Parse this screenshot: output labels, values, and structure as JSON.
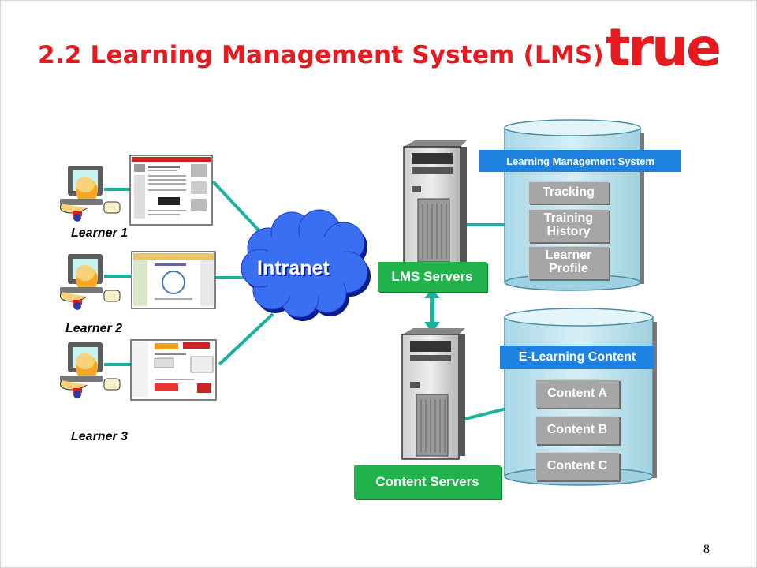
{
  "title": "2.2 Learning Management System (LMS)",
  "logo_text": "true",
  "colors": {
    "title_red": "#e8191f",
    "green": "#21b24b",
    "blue": "#1f82e0",
    "teal_line": "#18b39c",
    "cylinder": "#bde3ee"
  },
  "learners": [
    {
      "label": "Learner 1"
    },
    {
      "label": "Learner 2"
    },
    {
      "label": "Learner 3"
    }
  ],
  "intranet_label": "Intranet",
  "lms_servers_label": "LMS Servers",
  "content_servers_label": "Content Servers",
  "lms_db": {
    "header": "Learning Management System",
    "items": [
      "Tracking",
      "Training History",
      "Learner Profile"
    ]
  },
  "content_db": {
    "header": "E-Learning Content",
    "items": [
      "Content A",
      "Content B",
      "Content C"
    ]
  },
  "page_number": "8"
}
